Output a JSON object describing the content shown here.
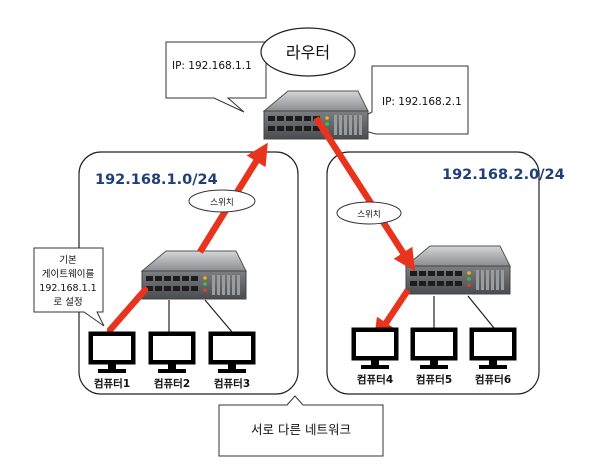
{
  "router": {
    "name": "라우터",
    "ip_left": "IP: 192.168.1.1",
    "ip_right": "IP: 192.168.2.1"
  },
  "networks": {
    "left": {
      "cidr": "192.168.1.0/24"
    },
    "right": {
      "cidr": "192.168.2.0/24"
    }
  },
  "switch_label": "스위치",
  "gateway_note": [
    "기본",
    "게이트웨이를",
    "192.168.1.1",
    "로 설정"
  ],
  "computers": [
    "컴퓨터1",
    "컴퓨터2",
    "컴퓨터3",
    "컴퓨터4",
    "컴퓨터5",
    "컴퓨터6"
  ],
  "footer_note": "서로 다른 네트워크",
  "colors": {
    "arrow": "#e8341c",
    "network_label": "#1f3f7a"
  }
}
